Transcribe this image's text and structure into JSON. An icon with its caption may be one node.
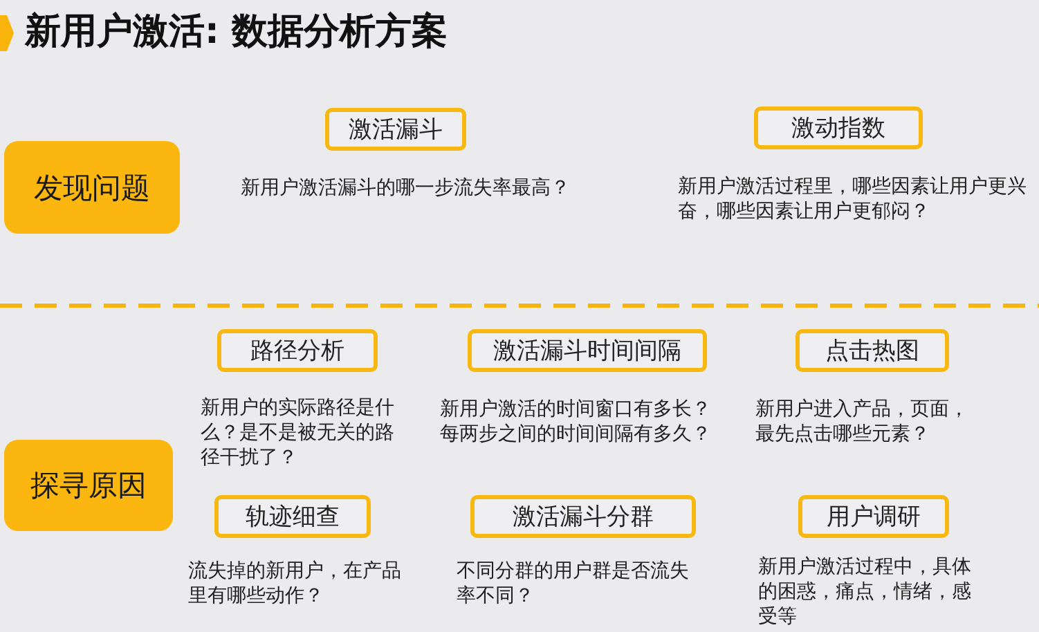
{
  "diagram": {
    "title": "新用户激活: 数据分析方案",
    "nodes": [
      {
        "text": [
          "发现问题"
        ]
      },
      {
        "text": [
          "激活漏斗"
        ],
        "beside": [
          "新用户激活漏斗的哪一步流失率最高？"
        ]
      },
      {
        "text": [
          "激动指数"
        ],
        "beside": [
          "新用户激活过程里，哪些因素让用户更兴奋，哪些因素让用户更郁闷？"
        ]
      },
      {
        "text": [
          "探寻原因"
        ]
      },
      {
        "text": [
          "路径分析"
        ],
        "beside": [
          "新用户的实际路径是什么？是不是被无关的路径干扰了？"
        ]
      },
      {
        "text": [
          "激活漏斗时间间隔"
        ],
        "beside": [
          "新用户激活的时间窗口有多长？每两步之间的时间间隔有多久？"
        ]
      },
      {
        "text": [
          "点击热图"
        ],
        "beside": [
          "新用户进入产品，页面，最先点击哪些元素？"
        ]
      },
      {
        "text": [
          "轨迹细查"
        ],
        "beside": [
          "流失掉的新用户，在产品里有哪些动作？"
        ]
      },
      {
        "text": [
          "激活漏斗分群"
        ],
        "beside": [
          "不同分群的用户群是否流失率不同？"
        ]
      },
      {
        "text": [
          "用户调研"
        ],
        "beside": [
          "新用户激活过程中，具体的困惑，痛点，情绪，感受等"
        ]
      }
    ]
  }
}
